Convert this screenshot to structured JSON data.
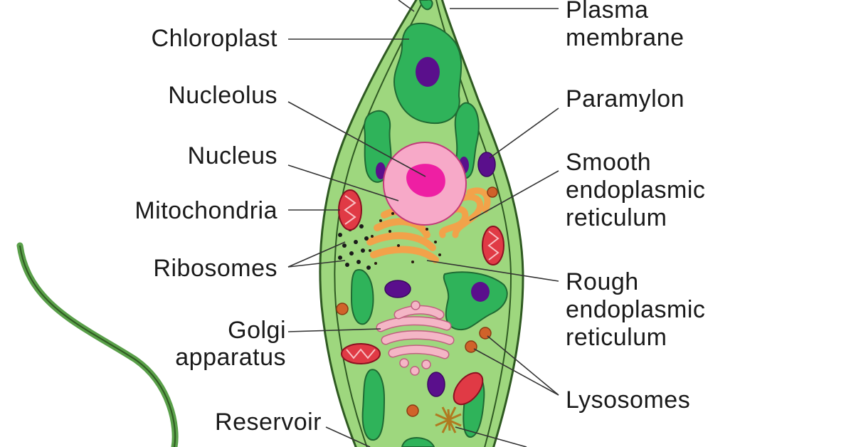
{
  "labels": {
    "chloroplast": "Chloroplast",
    "nucleolus": "Nucleolus",
    "nucleus": "Nucleus",
    "mitochondria": "Mitochondria",
    "ribosomes": "Ribosomes",
    "golgi_1": "Golgi",
    "golgi_2": "apparatus",
    "reservoir": "Reservoir",
    "plasma_1": "Plasma",
    "plasma_2": "membrane",
    "paramylon": "Paramylon",
    "ser_1": "Smooth",
    "ser_2": "endoplasmic",
    "ser_3": "reticulum",
    "rer_1": "Rough",
    "rer_2": "endoplasmic",
    "rer_3": "reticulum",
    "lysosomes": "Lysosomes"
  },
  "colors": {
    "cytoplasm": "#9ed77e",
    "cell_outline": "#2f5a22",
    "chloroplast": "#2fb35a",
    "pyrenoid": "#5a0f8c",
    "nucleus": "#f7a9c8",
    "nucleolus": "#ee1fa3",
    "mitochondria": "#e03a45",
    "er": "#f2a24a",
    "golgi": "#f4b6c6",
    "lysosome": "#d0622a",
    "flagellum": "#5aa04a"
  },
  "icons": [
    "euglena-cell-illustration"
  ]
}
